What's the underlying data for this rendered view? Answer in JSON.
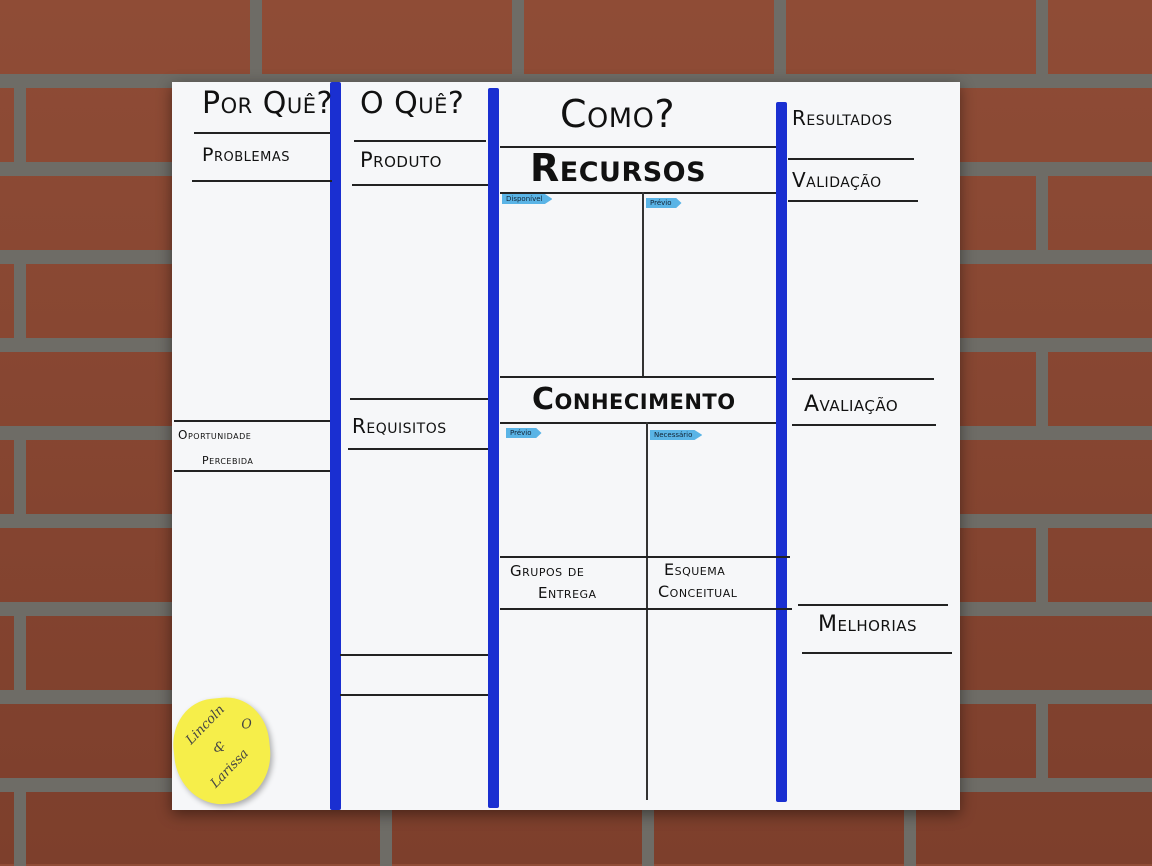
{
  "headers": {
    "por_que": "Por Quê?",
    "o_que": "O Quê?",
    "como": "Como?",
    "resultados": "Resultados"
  },
  "sections": {
    "problemas": "Problemas",
    "produto": "Produto",
    "recursos": "Recursos",
    "validacao": "Validação",
    "oportunidade_1": "Oportunidade",
    "oportunidade_2": "Percebida",
    "requisitos": "Requisitos",
    "conhecimento": "Conhecimento",
    "avaliacao": "Avaliação",
    "grupos_1": "Grupos de",
    "grupos_2": "Entrega",
    "esquema_1": "Esquema",
    "esquema_2": "Conceitual",
    "melhorias": "Melhorias"
  },
  "tags": {
    "disponivel": "Disponível",
    "previo_recursos": "Prévio",
    "previo_conhecimento": "Prévio",
    "necessario": "Necessário"
  },
  "sticky_note": {
    "line1": "Lincoln",
    "line2": "&",
    "line3": "Larissa",
    "side": "O"
  },
  "colors": {
    "tape": "#1a2fd1",
    "tag": "#5ab4e6",
    "sticky": "#f6ee4a",
    "board": "#f6f7f9",
    "brick": "#8a4a35"
  }
}
